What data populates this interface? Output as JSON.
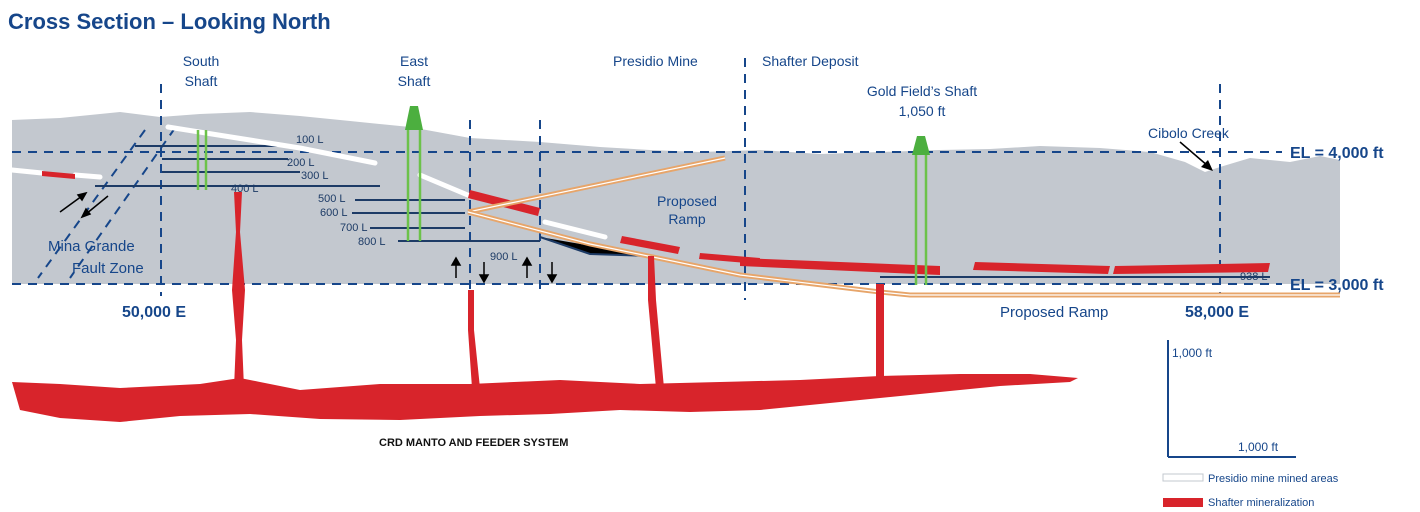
{
  "title": "Cross Section – Looking North",
  "shafts": {
    "south": [
      "South",
      "Shaft"
    ],
    "east": [
      "East",
      "Shaft"
    ],
    "gold_fields": [
      "Gold Field’s Shaft",
      "1,050 ft"
    ]
  },
  "deposits": {
    "presidio": "Presidio Mine",
    "shafter": "Shafter Deposit"
  },
  "features": {
    "cibolo": "Cibolo Creek",
    "fault": [
      "Mina Grande",
      "Fault Zone"
    ],
    "ramp_upper": [
      "Proposed",
      "Ramp"
    ],
    "ramp_lower": "Proposed Ramp",
    "crd": "CRD MANTO AND FEEDER SYSTEM"
  },
  "elevations": {
    "upper": "EL = 4,000 ft",
    "lower": "EL = 3,000 ft"
  },
  "eastings": {
    "left": "50,000 E",
    "right": "58,000 E"
  },
  "levels": [
    "100 L",
    "200 L",
    "300 L",
    "400 L",
    "500 L",
    "600 L",
    "700 L",
    "800 L",
    "900 L",
    "938 L"
  ],
  "scale": {
    "vertical": "1,000 ft",
    "horizontal": "1,000 ft"
  },
  "legend": [
    {
      "label": "Presidio mine mined areas",
      "color": "#ffffff"
    },
    {
      "label": "Shafter mineralization",
      "color": "#d8242b"
    }
  ],
  "colors": {
    "ground": "#c3c8cf",
    "mineralization": "#d8242b",
    "ramp": "#e7a56a",
    "shaft": "#6cc24a",
    "label": "#16468a",
    "levels": "#1d3b66"
  }
}
